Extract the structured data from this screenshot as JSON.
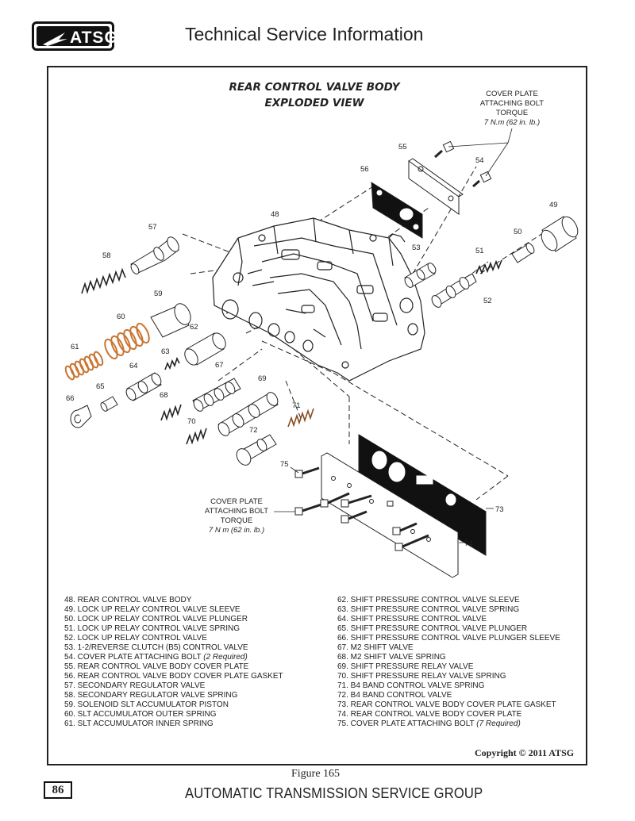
{
  "header": {
    "logo_text": "ATSG",
    "title": "Technical Service Information"
  },
  "diagram": {
    "title_line1": "REAR CONTROL VALVE BODY",
    "title_line2": "EXPLODED VIEW",
    "callout_top": {
      "line1": "COVER PLATE",
      "line2": "ATTACHING BOLT",
      "line3": "TORQUE",
      "torque": "7 N.m (62 in. lb.)"
    },
    "callout_bottom": {
      "line1": "COVER PLATE",
      "line2": "ATTACHING BOLT",
      "line3": "TORQUE",
      "torque": "7 N m (62 in. lb.)"
    },
    "part_numbers": [
      "48",
      "49",
      "50",
      "51",
      "52",
      "53",
      "54",
      "55",
      "56",
      "57",
      "58",
      "59",
      "60",
      "61",
      "62",
      "63",
      "64",
      "65",
      "66",
      "67",
      "68",
      "69",
      "70",
      "71",
      "72",
      "73",
      "74",
      "75"
    ],
    "colors": {
      "outline": "#222222",
      "highlight_spring": "#c87533",
      "gasket": "#111111"
    }
  },
  "legend": {
    "left": [
      {
        "text": "48. REAR CONTROL VALVE BODY",
        "note": ""
      },
      {
        "text": "49. LOCK UP RELAY CONTROL VALVE SLEEVE",
        "note": ""
      },
      {
        "text": "50. LOCK UP RELAY CONTROL VALVE PLUNGER",
        "note": ""
      },
      {
        "text": "51. LOCK UP RELAY CONTROL VALVE SPRING",
        "note": ""
      },
      {
        "text": "52. LOCK UP RELAY CONTROL VALVE",
        "note": ""
      },
      {
        "text": "53. 1-2/REVERSE CLUTCH (B5) CONTROL VALVE",
        "note": ""
      },
      {
        "text": "54. COVER PLATE ATTACHING BOLT ",
        "note": "(2 Required)"
      },
      {
        "text": "55. REAR CONTROL VALVE BODY COVER PLATE",
        "note": ""
      },
      {
        "text": "56. REAR CONTROL VALVE BODY COVER PLATE GASKET",
        "note": ""
      },
      {
        "text": "57. SECONDARY REGULATOR VALVE",
        "note": ""
      },
      {
        "text": "58. SECONDARY REGULATOR VALVE SPRING",
        "note": ""
      },
      {
        "text": "59. SOLENOID SLT ACCUMULATOR PISTON",
        "note": ""
      },
      {
        "text": "60. SLT ACCUMULATOR OUTER SPRING",
        "note": ""
      },
      {
        "text": "61. SLT ACCUMULATOR INNER SPRING",
        "note": ""
      }
    ],
    "right": [
      {
        "text": "62. SHIFT PRESSURE CONTROL VALVE SLEEVE",
        "note": ""
      },
      {
        "text": "63. SHIFT PRESSURE CONTROL VALVE SPRING",
        "note": ""
      },
      {
        "text": "64. SHIFT PRESSURE CONTROL VALVE",
        "note": ""
      },
      {
        "text": "65. SHIFT PRESSURE CONTROL VALVE PLUNGER",
        "note": ""
      },
      {
        "text": "66. SHIFT PRESSURE CONTROL VALVE PLUNGER SLEEVE",
        "note": ""
      },
      {
        "text": "67. M2 SHIFT VALVE",
        "note": ""
      },
      {
        "text": "68. M2 SHIFT VALVE SPRING",
        "note": ""
      },
      {
        "text": "69. SHIFT PRESSURE RELAY VALVE",
        "note": ""
      },
      {
        "text": "70. SHIFT PRESSURE RELAY VALVE SPRING",
        "note": ""
      },
      {
        "text": "71. B4 BAND CONTROL VALVE SPRING",
        "note": ""
      },
      {
        "text": "72. B4 BAND CONTROL VALVE",
        "note": ""
      },
      {
        "text": "73. REAR CONTROL VALVE BODY COVER PLATE GASKET",
        "note": ""
      },
      {
        "text": "74. REAR CONTROL VALVE BODY COVER PLATE",
        "note": ""
      },
      {
        "text": "75. COVER PLATE ATTACHING BOLT ",
        "note": "(7 Required)"
      }
    ]
  },
  "footer": {
    "copyright": "Copyright © 2011 ATSG",
    "figure": "Figure 165",
    "page_number": "86",
    "org": "AUTOMATIC TRANSMISSION SERVICE GROUP"
  }
}
